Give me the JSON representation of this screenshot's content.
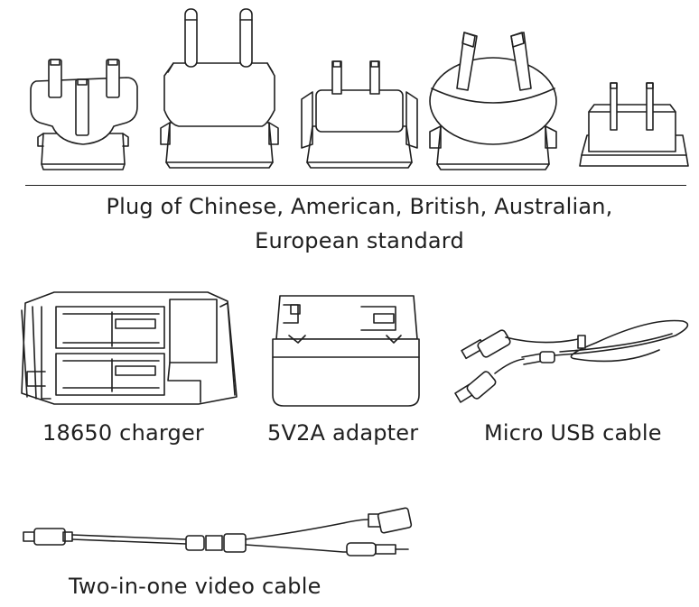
{
  "plugs": {
    "caption_line1": "Plug of Chinese, American, British, Australian,",
    "caption_line2": "European standard",
    "items": [
      "british-plug-icon",
      "european-plug-icon",
      "american-plug-icon",
      "australian-plug-icon",
      "chinese-plug-icon"
    ]
  },
  "accessories": {
    "charger_label": "18650 charger",
    "adapter_label": "5V2A adapter",
    "usb_cable_label": "Micro USB cable",
    "video_cable_label": "Two-in-one video cable"
  },
  "colors": {
    "line": "#1f1f1f",
    "background": "#ffffff"
  }
}
